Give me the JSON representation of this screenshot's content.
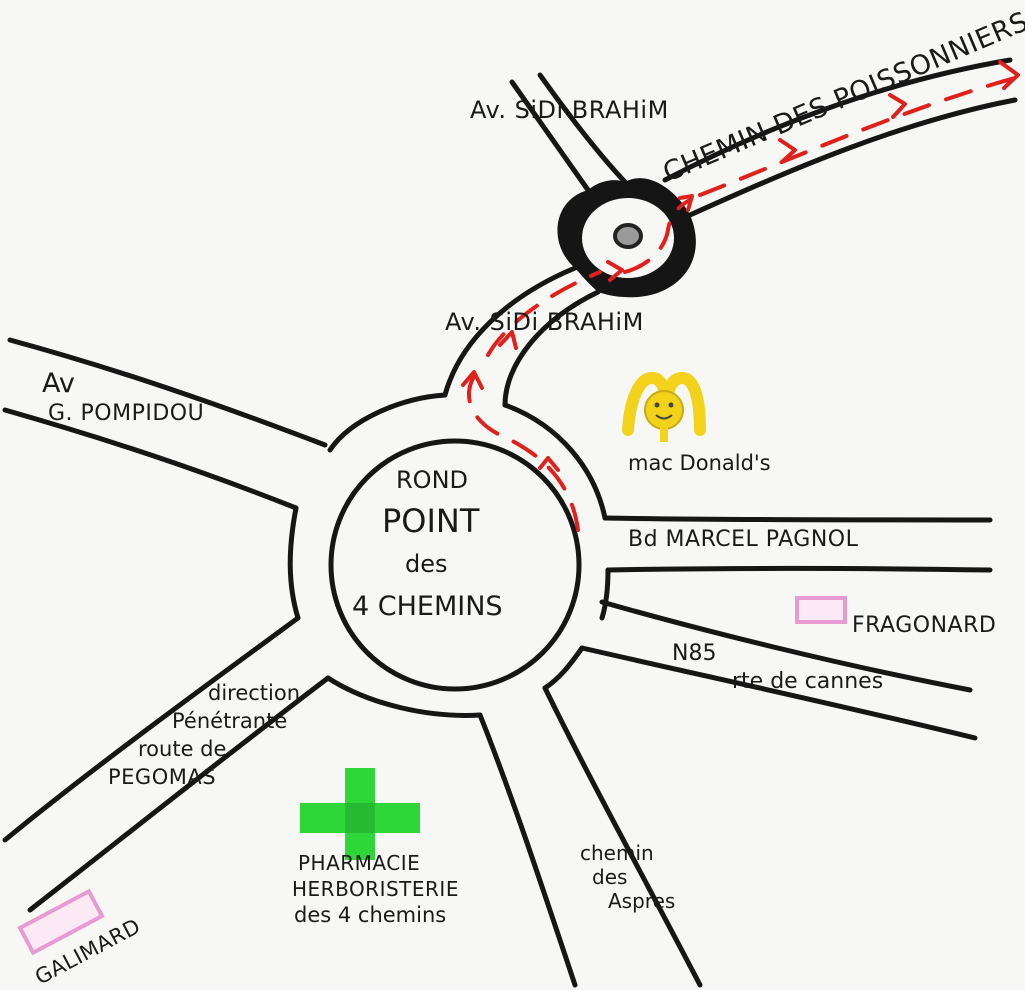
{
  "labels": {
    "sidi_brahim_top": "Av. SiDi BRAHiM",
    "sidi_brahim_mid": "Av. SiDi BRAHiM",
    "poissonniers": "CHEMIN DES POISSONNIERS",
    "pompidou_line1": "Av",
    "pompidou_line2": "G. POMPIDOU",
    "rond_point_line1": "ROND",
    "rond_point_line2": "POINT",
    "rond_point_line3": "des",
    "rond_point_line4": "4 CHEMINS",
    "mcdonalds": "mac Donald's",
    "marcel_pagnol": "Bd  MARCEL PAGNOL",
    "fragonard": "FRAGONARD",
    "n85": "N85",
    "rte_cannes": "rte de cannes",
    "pegomas_line1": "direction",
    "pegomas_line2": "Pénétrante",
    "pegomas_line3": "route de",
    "pegomas_line4": "PEGOMAS",
    "pharmacie_line1": "PHARMACIE",
    "pharmacie_line2": "HERBORISTERIE",
    "pharmacie_line3": "des 4 chemins",
    "aspres_line1": "chemin",
    "aspres_line2": "des",
    "aspres_line3": "Aspres",
    "galimard": "GALIMARD"
  },
  "colors": {
    "ink": "#161616",
    "route": "#e0201b",
    "pharmacy_cross": "#2fd63a",
    "mcdonalds": "#f2d21a",
    "shop_marker": "#e89ad2"
  },
  "icons": {
    "pharmacy": "green-cross-icon",
    "mcdonalds": "mcdonalds-logo-icon",
    "fragonard": "pink-shop-marker-icon",
    "galimard": "pink-shop-marker-icon",
    "roundabout_center": "grey-dot-icon"
  }
}
